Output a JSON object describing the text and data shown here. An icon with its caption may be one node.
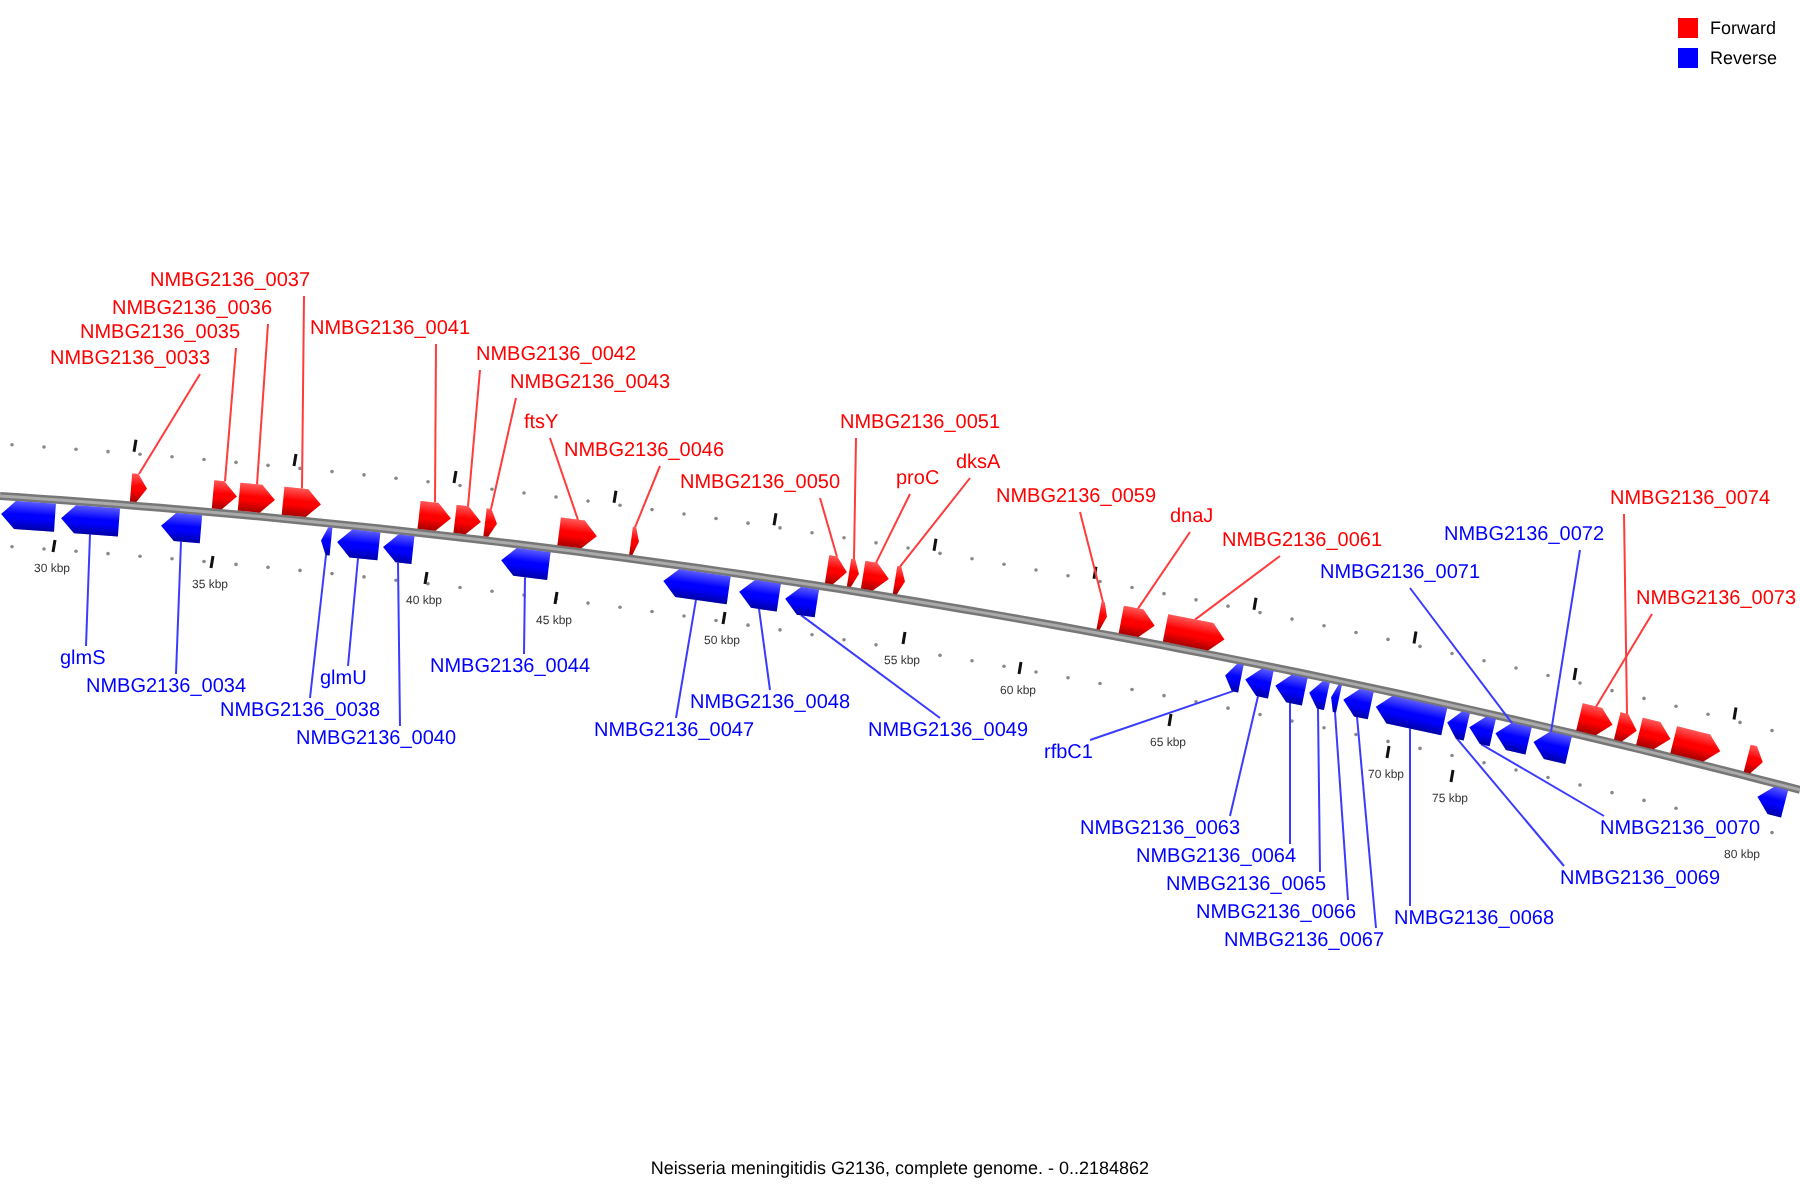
{
  "diagram": {
    "caption": "Neisseria meningitidis G2136, complete genome. - 0..2184862",
    "nodes": [
      {
        "text": [],
        "shape": "pentagon"
      },
      {
        "text": [],
        "shape": "pentagon"
      },
      {
        "text": [],
        "shape": "pentagon"
      },
      {
        "text": [],
        "shape": "pentagon"
      },
      {
        "text": [],
        "shape": "pentagon"
      },
      {
        "text": [],
        "shape": "pentagon"
      },
      {
        "text": [],
        "shape": "pentagon"
      },
      {
        "text": [],
        "shape": "pentagon"
      },
      {
        "text": [],
        "shape": "pentagon"
      },
      {
        "text": [],
        "shape": "pentagon"
      },
      {
        "text": [],
        "shape": "pentagon"
      },
      {
        "text": [],
        "shape": "pentagon"
      },
      {
        "text": [],
        "shape": "pentagon"
      },
      {
        "text": [],
        "shape": "pentagon"
      },
      {
        "text": [],
        "shape": "pentagon"
      },
      {
        "text": [],
        "shape": "pentagon"
      },
      {
        "text": [],
        "shape": "pentagon"
      },
      {
        "text": [],
        "shape": "pentagon"
      },
      {
        "text": [],
        "shape": "pentagon"
      },
      {
        "text": [],
        "shape": "pentagon"
      },
      {
        "text": [],
        "shape": "pentagon"
      },
      {
        "text": [],
        "shape": "pentagon"
      },
      {
        "text": [],
        "shape": "pentagon"
      },
      {
        "text": [],
        "shape": "pentagon"
      },
      {
        "text": [],
        "shape": "pentagon"
      },
      {
        "text": [],
        "shape": "pentagon"
      },
      {
        "text": [],
        "shape": "pentagon"
      },
      {
        "text": [],
        "shape": "pentagon"
      },
      {
        "text": [],
        "shape": "pentagon"
      },
      {
        "text": [],
        "shape": "pentagon"
      },
      {
        "text": [],
        "shape": "pentagon"
      },
      {
        "text": [],
        "shape": "pentagon"
      },
      {
        "text": [],
        "shape": "pentagon"
      },
      {
        "text": [],
        "shape": "pentagon"
      },
      {
        "text": [],
        "shape": "pentagon"
      },
      {
        "text": [],
        "shape": "pentagon"
      },
      {
        "text": [],
        "shape": "pentagon"
      },
      {
        "text": [],
        "shape": "pentagon"
      },
      {
        "text": [],
        "shape": "pentagon"
      },
      {
        "text": [],
        "shape": "pentagon"
      },
      {
        "text": [],
        "shape": "pentagon"
      },
      {
        "text": [],
        "shape": "pentagon"
      },
      {
        "text": [],
        "shape": "pentagon"
      },
      {
        "text": [
          "NMBG2136_0033"
        ]
      },
      {
        "text": [
          "NMBG2136_0035"
        ]
      },
      {
        "text": [
          "NMBG2136_0036"
        ]
      },
      {
        "text": [
          "NMBG2136_0037"
        ]
      },
      {
        "text": [
          "NMBG2136_0041"
        ]
      },
      {
        "text": [
          "NMBG2136_0042"
        ]
      },
      {
        "text": [
          "NMBG2136_0043"
        ]
      },
      {
        "text": [
          "ftsY"
        ]
      },
      {
        "text": [
          "NMBG2136_0046"
        ]
      },
      {
        "text": [
          "NMBG2136_0050"
        ]
      },
      {
        "text": [
          "NMBG2136_0051"
        ]
      },
      {
        "text": [
          "proC"
        ]
      },
      {
        "text": [
          "dksA"
        ]
      },
      {
        "text": [
          "NMBG2136_0059"
        ]
      },
      {
        "text": [
          "dnaJ"
        ]
      },
      {
        "text": [
          "NMBG2136_0061"
        ]
      },
      {
        "text": [
          "NMBG2136_0073"
        ]
      },
      {
        "text": [
          "NMBG2136_0074"
        ]
      },
      {
        "text": [
          "glmS"
        ]
      },
      {
        "text": [
          "NMBG2136_0034"
        ]
      },
      {
        "text": [
          "NMBG2136_0038"
        ]
      },
      {
        "text": [
          "glmU"
        ]
      },
      {
        "text": [
          "NMBG2136_0040"
        ]
      },
      {
        "text": [
          "NMBG2136_0044"
        ]
      },
      {
        "text": [
          "NMBG2136_0047"
        ]
      },
      {
        "text": [
          "NMBG2136_0048"
        ]
      },
      {
        "text": [
          "NMBG2136_0049"
        ]
      },
      {
        "text": [
          "rfbC1"
        ]
      },
      {
        "text": [
          "NMBG2136_0063"
        ]
      },
      {
        "text": [
          "NMBG2136_0064"
        ]
      },
      {
        "text": [
          "NMBG2136_0065"
        ]
      },
      {
        "text": [
          "NMBG2136_0066"
        ]
      },
      {
        "text": [
          "NMBG2136_0067"
        ]
      },
      {
        "text": [
          "NMBG2136_0068"
        ]
      },
      {
        "text": [
          "NMBG2136_0069"
        ]
      },
      {
        "text": [
          "NMBG2136_0070"
        ]
      },
      {
        "text": [
          "NMBG2136_0071"
        ]
      },
      {
        "text": [
          "NMBG2136_0072"
        ]
      }
    ],
    "edges": [
      {
        "from": 43,
        "to": 0,
        "arrow": "none",
        "color": "#ff3b3b"
      },
      {
        "from": 44,
        "to": 1,
        "arrow": "none",
        "color": "#ff3b3b"
      },
      {
        "from": 45,
        "to": 2,
        "arrow": "none",
        "color": "#ff3b3b"
      },
      {
        "from": 46,
        "to": 3,
        "arrow": "none",
        "color": "#ff3b3b"
      },
      {
        "from": 47,
        "to": 4,
        "arrow": "none",
        "color": "#ff3b3b"
      },
      {
        "from": 48,
        "to": 5,
        "arrow": "none",
        "color": "#ff3b3b"
      },
      {
        "from": 49,
        "to": 6,
        "arrow": "none",
        "color": "#ff3b3b"
      },
      {
        "from": 50,
        "to": 7,
        "arrow": "none",
        "color": "#ff3b3b"
      },
      {
        "from": 51,
        "to": 8,
        "arrow": "none",
        "color": "#ff3b3b"
      },
      {
        "from": 52,
        "to": 9,
        "arrow": "none",
        "color": "#ff3b3b"
      },
      {
        "from": 53,
        "to": 10,
        "arrow": "none",
        "color": "#ff3b3b"
      },
      {
        "from": 54,
        "to": 11,
        "arrow": "none",
        "color": "#ff3b3b"
      },
      {
        "from": 55,
        "to": 12,
        "arrow": "none",
        "color": "#ff3b3b"
      },
      {
        "from": 56,
        "to": 13,
        "arrow": "none",
        "color": "#ff3b3b"
      },
      {
        "from": 57,
        "to": 14,
        "arrow": "none",
        "color": "#ff3b3b"
      },
      {
        "from": 58,
        "to": 15,
        "arrow": "none",
        "color": "#ff3b3b"
      },
      {
        "from": 59,
        "to": 16,
        "arrow": "none",
        "color": "#ff3b3b"
      },
      {
        "from": 60,
        "to": 17,
        "arrow": "none",
        "color": "#ff3b3b"
      },
      {
        "from": 61,
        "to": 22,
        "arrow": "none"
      },
      {
        "from": 62,
        "to": 23,
        "arrow": "none"
      },
      {
        "from": 63,
        "to": 24,
        "arrow": "none"
      },
      {
        "from": 64,
        "to": 25,
        "arrow": "none"
      },
      {
        "from": 65,
        "to": 26,
        "arrow": "none"
      },
      {
        "from": 66,
        "to": 27,
        "arrow": "none"
      },
      {
        "from": 67,
        "to": 28,
        "arrow": "none"
      },
      {
        "from": 68,
        "to": 29,
        "arrow": "none"
      },
      {
        "from": 69,
        "to": 30,
        "arrow": "none"
      },
      {
        "from": 70,
        "to": 31,
        "arrow": "none"
      },
      {
        "from": 71,
        "to": 32,
        "arrow": "none"
      },
      {
        "from": 72,
        "to": 33,
        "arrow": "none"
      },
      {
        "from": 73,
        "to": 34,
        "arrow": "none"
      },
      {
        "from": 74,
        "to": 35,
        "arrow": "none"
      },
      {
        "from": 75,
        "to": 36,
        "arrow": "none"
      },
      {
        "from": 76,
        "to": 37,
        "arrow": "none"
      },
      {
        "from": 77,
        "to": 38,
        "arrow": "none"
      },
      {
        "from": 78,
        "to": 39,
        "arrow": "none"
      },
      {
        "from": 79,
        "to": 40,
        "arrow": "none"
      },
      {
        "from": 80,
        "to": 41,
        "arrow": "none"
      }
    ],
    "labels": [
      "30 kbp",
      "35 kbp",
      "40 kbp",
      "45 kbp",
      "50 kbp",
      "55 kbp",
      "60 kbp",
      "65 kbp",
      "70 kbp",
      "75 kbp",
      "80 kbp"
    ],
    "legend": [
      {
        "text": "Forward",
        "color": "#ff0000"
      },
      {
        "text": "Reverse",
        "color": "#0000ff"
      }
    ]
  }
}
